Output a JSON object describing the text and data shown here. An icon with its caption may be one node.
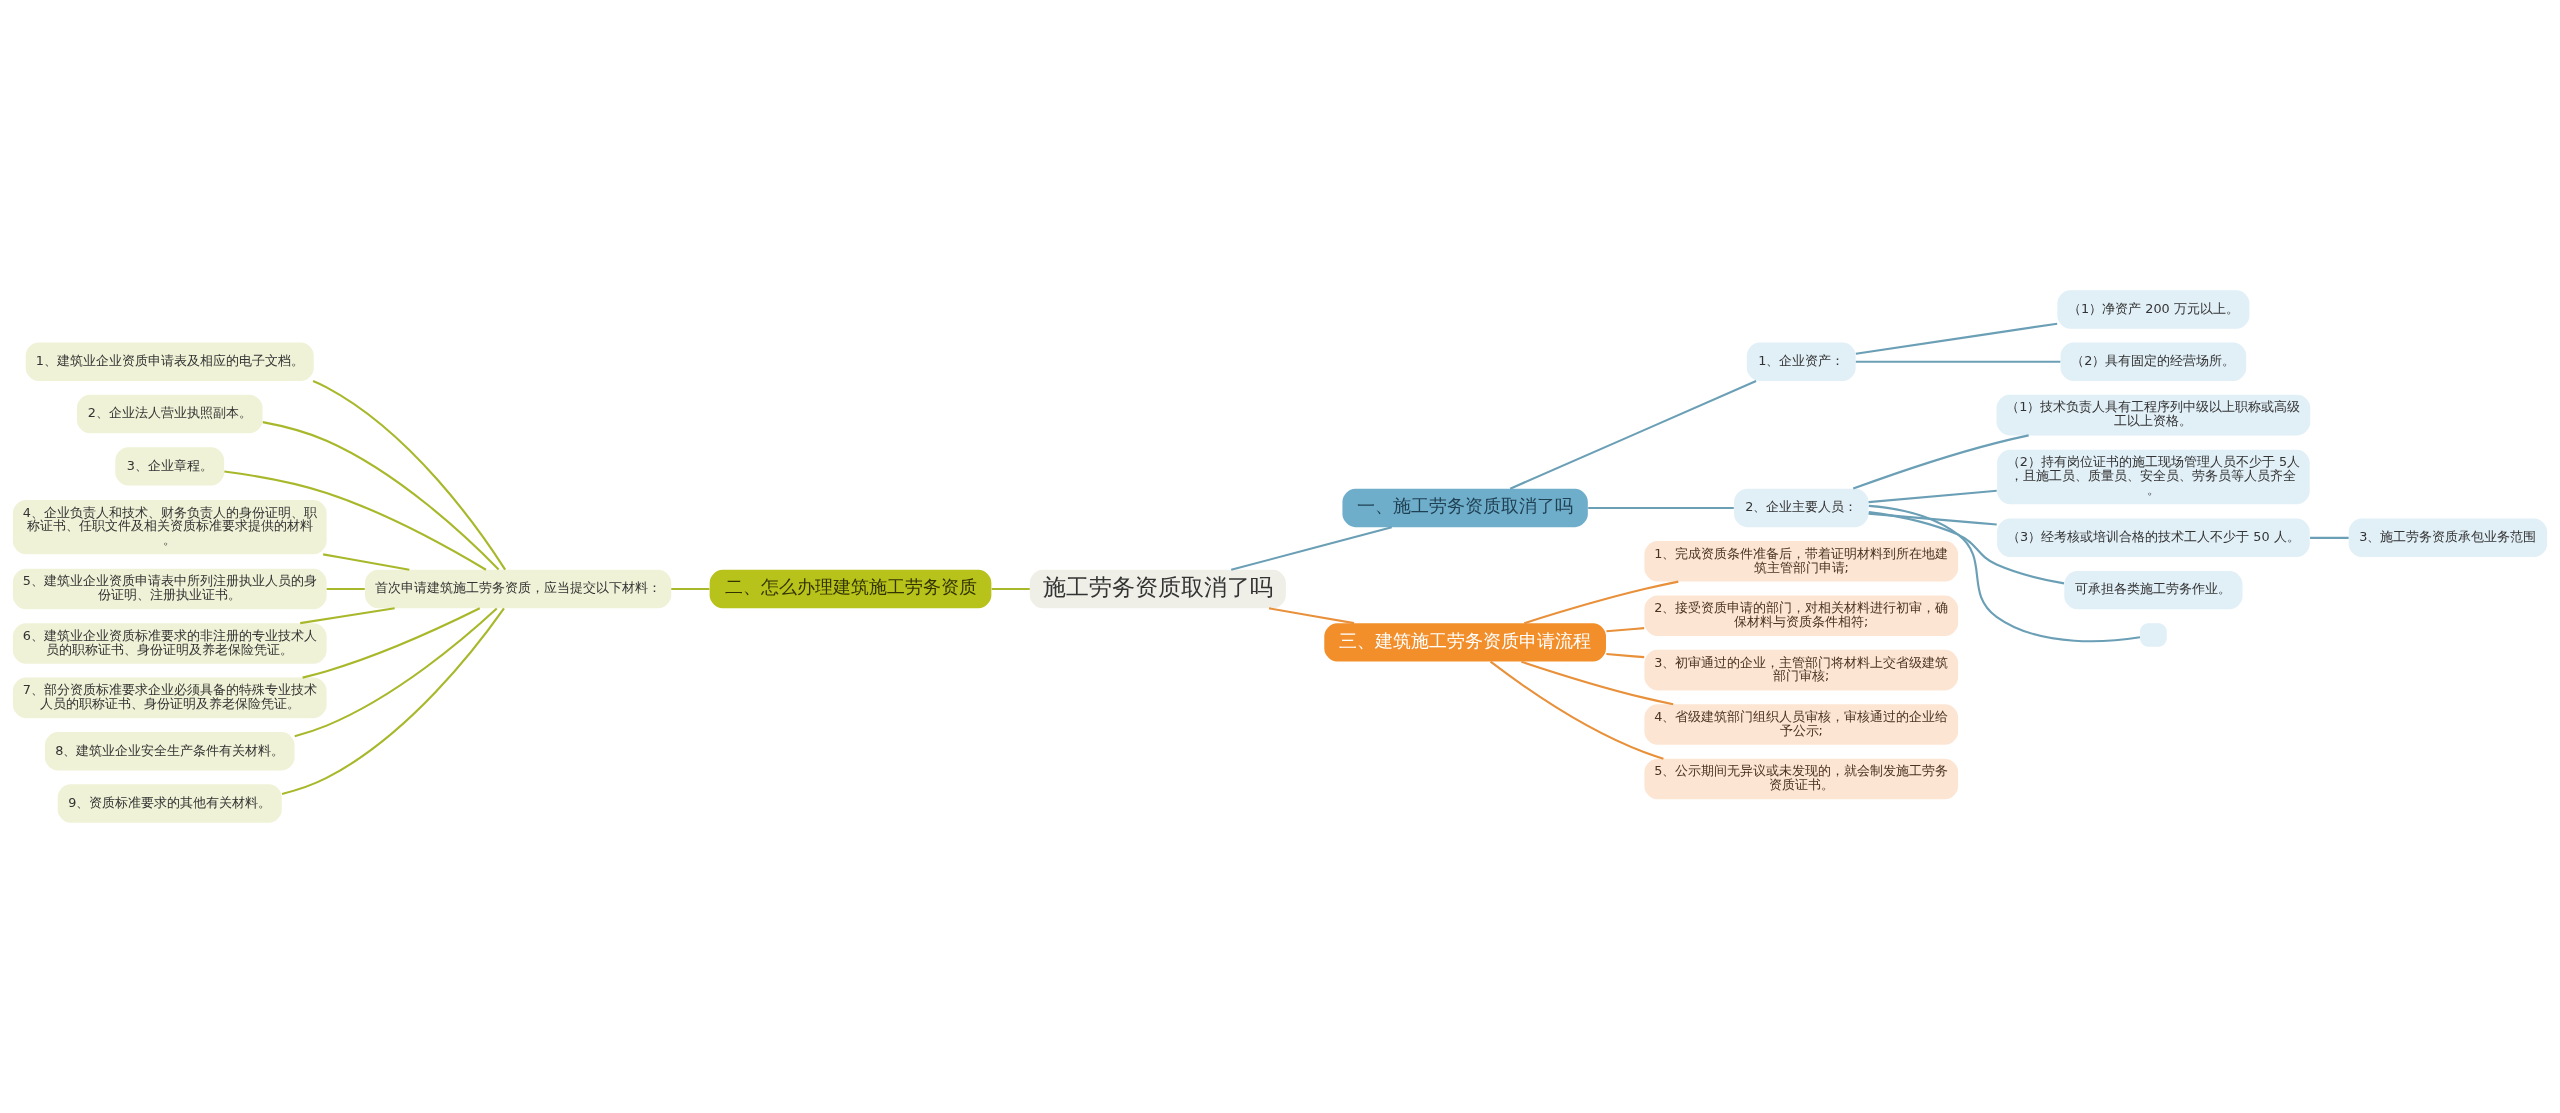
{
  "diagram": {
    "nodes": [
      {
        "text": [
          "施工劳务资质取消了吗"
        ]
      },
      {
        "text": [
          "一、施工劳务资质取消了吗"
        ]
      },
      {
        "text": [
          "1、企业资产："
        ]
      },
      {
        "text": [
          "（1）净资产 200 万元以上。"
        ]
      },
      {
        "text": [
          "（2）具有固定的经营场所。"
        ]
      },
      {
        "text": [
          "2、企业主要人员："
        ]
      },
      {
        "text": [
          "（1）技术负责人具有工程序列中级以上职称或高级工以上资格。"
        ]
      },
      {
        "text": [
          "（2）持有岗位证书的施工现场管理人员不少于 5人，且施工员、质量员、安全员、劳务员等人员齐全。"
        ]
      },
      {
        "text": [
          "（3）经考核或培训合格的技术工人不少于 50 人。"
        ]
      },
      {
        "text": [
          "3、施工劳务资质承包业务范围"
        ]
      },
      {
        "text": [
          "可承担各类施工劳务作业。"
        ]
      },
      {
        "text": [],
        "shape": "box"
      },
      {
        "text": [
          "三、建筑施工劳务资质申请流程"
        ]
      },
      {
        "text": [
          "1、完成资质条件准备后，带着证明材料到所在地建筑主管部门申请;"
        ]
      },
      {
        "text": [
          "2、接受资质申请的部门，对相关材料进行初审，确保材料与资质条件相符;"
        ]
      },
      {
        "text": [
          "3、初审通过的企业，主管部门将材料上交省级建筑部门审核;"
        ]
      },
      {
        "text": [
          "4、省级建筑部门组织人员审核，审核通过的企业给予公示;"
        ]
      },
      {
        "text": [
          "5、公示期间无异议或未发现的，就会制发施工劳务资质证书。"
        ]
      },
      {
        "text": [
          "二、怎么办理建筑施工劳务资质"
        ]
      },
      {
        "text": [
          "首次申请建筑施工劳务资质，应当提交以下材料："
        ]
      },
      {
        "text": [
          "1、建筑业企业资质申请表及相应的电子文档。"
        ]
      },
      {
        "text": [
          "2、企业法人营业执照副本。"
        ]
      },
      {
        "text": [
          "3、企业章程。"
        ]
      },
      {
        "text": [
          "4、企业负责人和技术、财务负责人的身份证明、职称证书、任职文件及相关资质标准要求提供的材料。"
        ]
      },
      {
        "text": [
          "5、建筑业企业资质申请表中所列注册执业人员的身份证明、注册执业证书。"
        ]
      },
      {
        "text": [
          "6、建筑业企业资质标准要求的非注册的专业技术人员的职称证书、身份证明及养老保险凭证。"
        ]
      },
      {
        "text": [
          "7、部分资质标准要求企业必须具备的特殊专业技术人员的职称证书、身份证明及养老保险凭证。"
        ]
      },
      {
        "text": [
          "8、建筑业企业安全生产条件有关材料。"
        ]
      },
      {
        "text": [
          "9、资质标准要求的其他有关材料。"
        ]
      }
    ],
    "edges": [
      {
        "from": 0,
        "to": 1,
        "arrow": "none"
      },
      {
        "from": 1,
        "to": 2,
        "arrow": "none"
      },
      {
        "from": 2,
        "to": 3,
        "arrow": "none"
      },
      {
        "from": 2,
        "to": 4,
        "arrow": "none"
      },
      {
        "from": 1,
        "to": 5,
        "arrow": "none"
      },
      {
        "from": 5,
        "to": 6,
        "arrow": "none"
      },
      {
        "from": 5,
        "to": 7,
        "arrow": "none"
      },
      {
        "from": 5,
        "to": 8,
        "arrow": "none"
      },
      {
        "from": 8,
        "to": 9,
        "arrow": "none"
      },
      {
        "from": 5,
        "to": 10,
        "arrow": "none"
      },
      {
        "from": 5,
        "to": 11,
        "arrow": "none"
      },
      {
        "from": 0,
        "to": 12,
        "arrow": "none",
        "color": "#e8903a"
      },
      {
        "from": 12,
        "to": 13,
        "arrow": "none",
        "color": "#e8903a"
      },
      {
        "from": 12,
        "to": 14,
        "arrow": "none",
        "color": "#e8903a"
      },
      {
        "from": 12,
        "to": 15,
        "arrow": "none",
        "color": "#e8903a"
      },
      {
        "from": 12,
        "to": 16,
        "arrow": "none",
        "color": "#e8903a"
      },
      {
        "from": 12,
        "to": 17,
        "arrow": "none",
        "color": "#e8903a"
      },
      {
        "from": 0,
        "to": 18,
        "arrow": "none",
        "color": "#a8b82a"
      },
      {
        "from": 18,
        "to": 19,
        "arrow": "none",
        "color": "#a8b82a"
      },
      {
        "from": 19,
        "to": 20,
        "arrow": "none",
        "color": "#a8b82a"
      },
      {
        "from": 19,
        "to": 21,
        "arrow": "none",
        "color": "#a8b82a"
      },
      {
        "from": 19,
        "to": 22,
        "arrow": "none",
        "color": "#a8b82a"
      },
      {
        "from": 19,
        "to": 23,
        "arrow": "none",
        "color": "#a8b82a"
      },
      {
        "from": 19,
        "to": 24,
        "arrow": "none",
        "color": "#a8b82a"
      },
      {
        "from": 19,
        "to": 25,
        "arrow": "none",
        "color": "#a8b82a"
      },
      {
        "from": 19,
        "to": 26,
        "arrow": "none",
        "color": "#a8b82a"
      },
      {
        "from": 19,
        "to": 27,
        "arrow": "none",
        "color": "#a8b82a"
      },
      {
        "from": 19,
        "to": 28,
        "arrow": "none",
        "color": "#a8b82a"
      }
    ]
  }
}
